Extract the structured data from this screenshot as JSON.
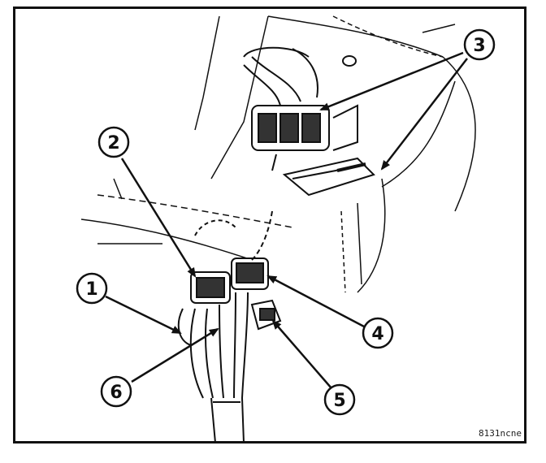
{
  "figure": {
    "code": "8131ncne",
    "line_color": "#111111",
    "background": "#ffffff"
  },
  "callouts": [
    {
      "id": "1",
      "label": "1"
    },
    {
      "id": "2",
      "label": "2"
    },
    {
      "id": "3",
      "label": "3"
    },
    {
      "id": "4",
      "label": "4"
    },
    {
      "id": "5",
      "label": "5"
    },
    {
      "id": "6",
      "label": "6"
    }
  ]
}
